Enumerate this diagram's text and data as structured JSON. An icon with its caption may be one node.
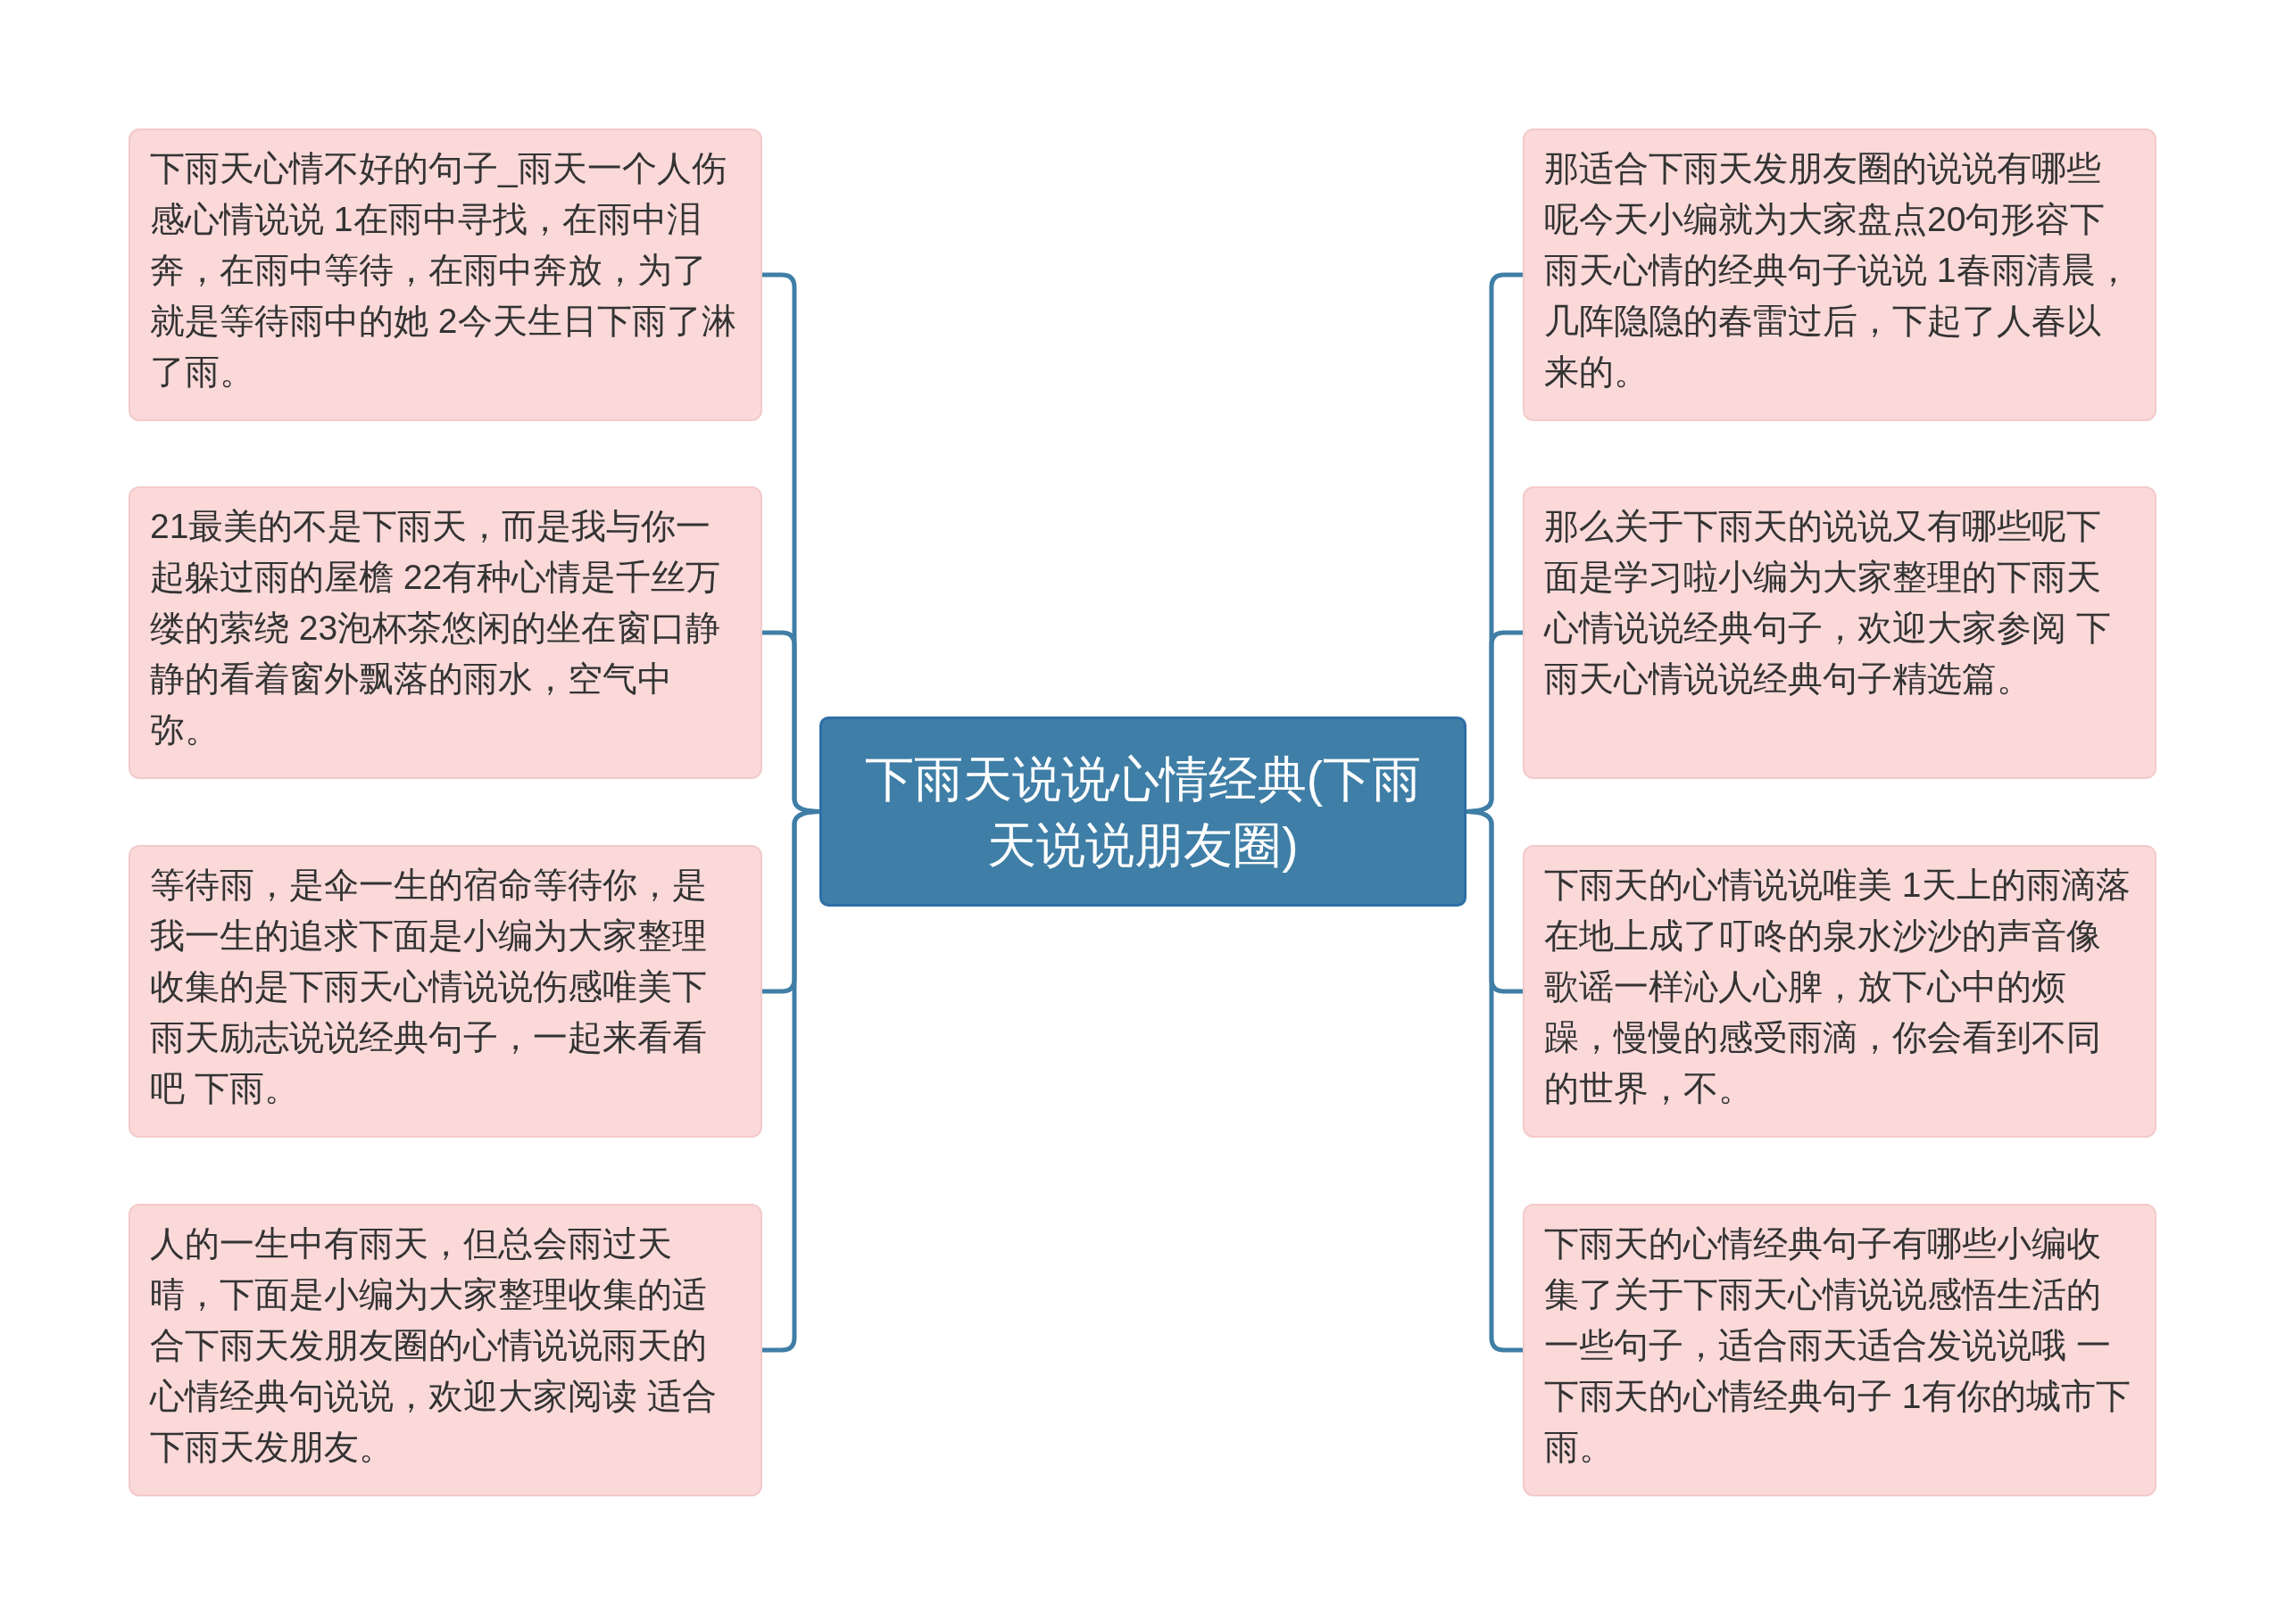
{
  "diagram": {
    "nodes": [
      {
        "text": [
          "下雨天说说心情经典(下雨天说说朋友圈)"
        ]
      },
      {
        "text": [
          "下雨天心情不好的句子_雨天一个人伤感心情说说 1在雨中寻找，在雨中泪奔，在雨中等待，在雨中奔放，为了就是等待雨中的她 2今天生日下雨了淋了雨。"
        ]
      },
      {
        "text": [
          "21最美的不是下雨天，而是我与你一起躲过雨的屋檐 22有种心情是千丝万缕的萦绕 23泡杯茶悠闲的坐在窗口静静的看着窗外飘落的雨水，空气中弥。"
        ]
      },
      {
        "text": [
          "等待雨，是伞一生的宿命等待你，是我一生的追求下面是小编为大家整理收集的是下雨天心情说说伤感唯美下雨天励志说说经典句子，一起来看看吧 下雨。"
        ]
      },
      {
        "text": [
          "人的一生中有雨天，但总会雨过天晴，下面是小编为大家整理收集的适合下雨天发朋友圈的心情说说雨天的心情经典句说说，欢迎大家阅读 适合下雨天发朋友。"
        ]
      },
      {
        "text": [
          "那适合下雨天发朋友圈的说说有哪些呢今天小编就为大家盘点20句形容下雨天心情的经典句子说说 1春雨清晨，几阵隐隐的春雷过后，下起了人春以来的。"
        ]
      },
      {
        "text": [
          "那么关于下雨天的说说又有哪些呢下面是学习啦小编为大家整理的下雨天心情说说经典句子，欢迎大家参阅 下雨天心情说说经典句子精选篇。"
        ]
      },
      {
        "text": [
          "下雨天的心情说说唯美 1天上的雨滴落在地上成了叮咚的泉水沙沙的声音像歌谣一样沁人心脾，放下心中的烦躁，慢慢的感受雨滴，你会看到不同的世界，不。"
        ]
      },
      {
        "text": [
          "下雨天的心情经典句子有哪些小编收集了关于下雨天心情说说感悟生活的一些句子，适合雨天适合发说说哦 一下雨天的心情经典句子 1有你的城市下雨。"
        ]
      }
    ],
    "edges": [
      {
        "from": 0,
        "to": 1,
        "arrow": "none"
      },
      {
        "from": 0,
        "to": 2,
        "arrow": "none"
      },
      {
        "from": 0,
        "to": 3,
        "arrow": "none"
      },
      {
        "from": 0,
        "to": 4,
        "arrow": "none"
      },
      {
        "from": 0,
        "to": 5,
        "arrow": "none"
      },
      {
        "from": 0,
        "to": 6,
        "arrow": "none"
      },
      {
        "from": 0,
        "to": 7,
        "arrow": "none"
      },
      {
        "from": 0,
        "to": 8,
        "arrow": "none"
      }
    ]
  }
}
